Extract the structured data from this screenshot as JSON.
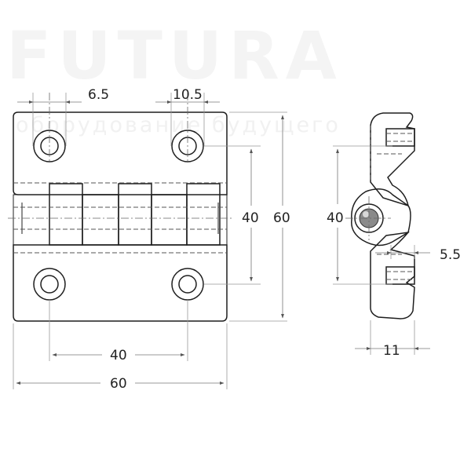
{
  "watermark": {
    "brand": "FUTURA",
    "tagline": "оборудование будущего"
  },
  "dimensions": {
    "hole_offset_left": "6.5",
    "hole_offset_right": "10.5",
    "front_hole_vertical_spacing": "40",
    "front_overall_height": "60",
    "front_hole_horizontal_spacing": "40",
    "front_overall_width": "60",
    "side_hole_vertical_spacing": "40",
    "side_offset": "5.5",
    "side_thickness": "11"
  }
}
